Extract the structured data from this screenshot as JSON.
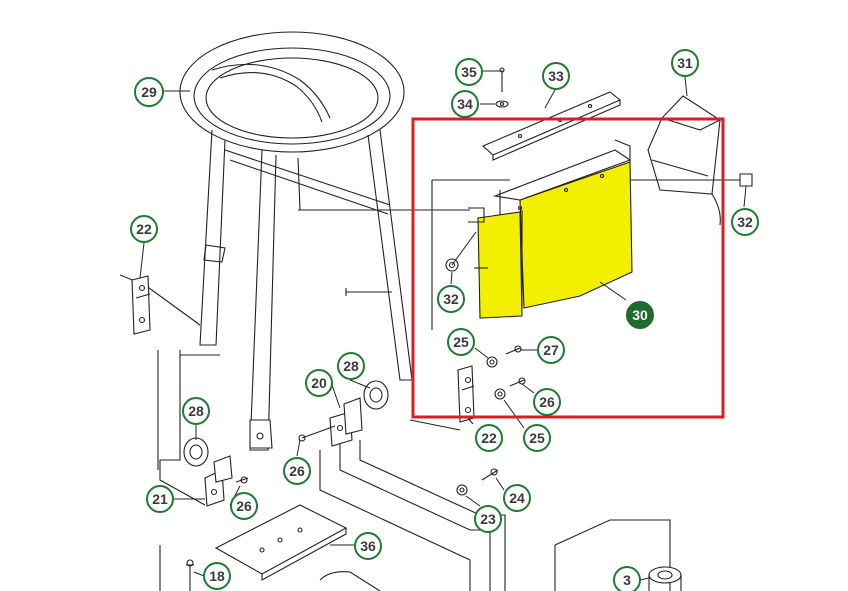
{
  "diagram": {
    "highlight_color": "#f2ef00",
    "frame_color": "#d91f26",
    "callout_color": "#1f7a32",
    "selected_part": "30",
    "callouts": {
      "c29": "29",
      "c35": "35",
      "c33": "33",
      "c31": "31",
      "c34": "34",
      "c22a": "22",
      "c32a": "32",
      "c32b": "32",
      "c30": "30",
      "c25a": "25",
      "c27": "27",
      "c28a": "28",
      "c20": "20",
      "c26a": "26",
      "c28b": "28",
      "c22b": "22",
      "c25b": "25",
      "c26b": "26",
      "c21": "21",
      "c26c": "26",
      "c24": "24",
      "c23": "23",
      "c36": "36",
      "c18": "18",
      "c3": "3"
    }
  }
}
